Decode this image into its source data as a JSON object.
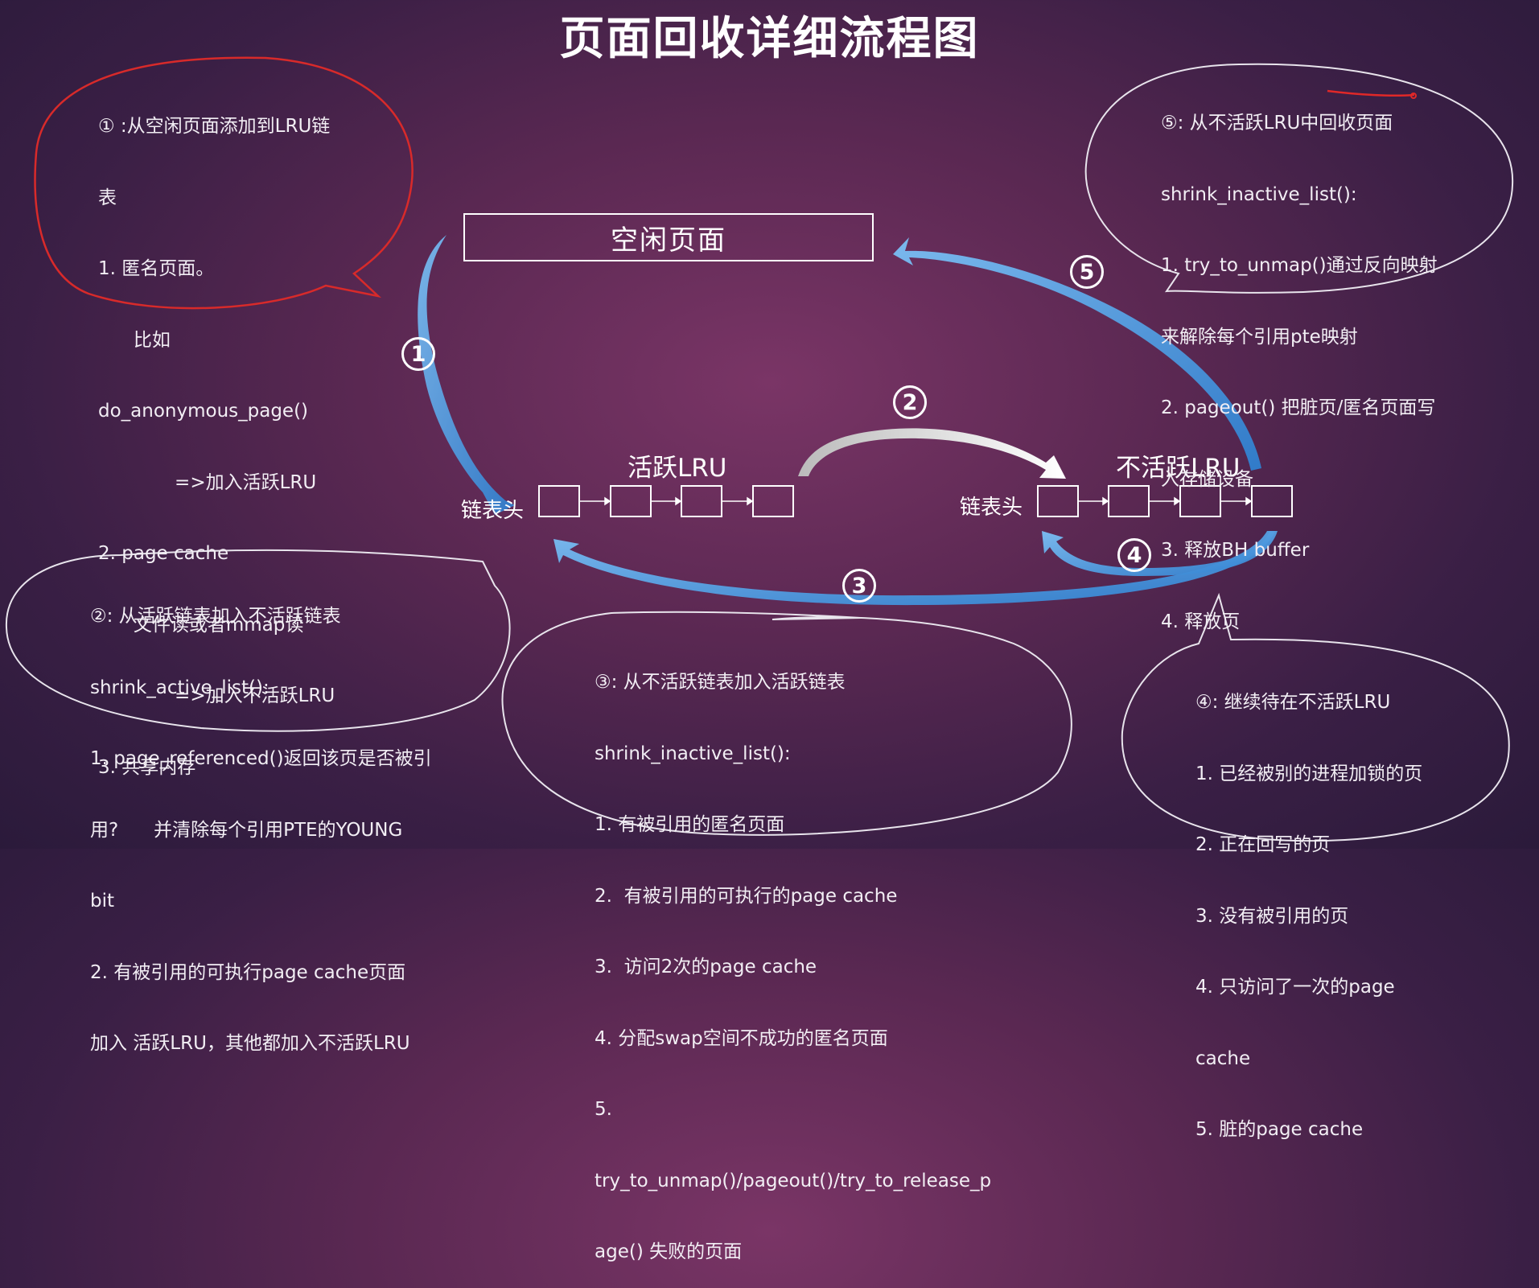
{
  "title": "页面回收详细流程图",
  "free_box": "空闲页面",
  "active_lru": {
    "label": "活跃LRU",
    "head": "链表头"
  },
  "inactive_lru": {
    "label": "不活跃LRU",
    "head": "链表头"
  },
  "step_markers": [
    "1",
    "2",
    "3",
    "4",
    "5"
  ],
  "notes": {
    "step1": [
      "① :从空闲页面添加到LRU链",
      "表",
      "1. 匿名页面。",
      "      比如",
      "do_anonymous_page()",
      "             =>加入活跃LRU",
      "2. page cache",
      "      文件读或者mmap读",
      "             =>加入不活跃LRU",
      "3. 共享内存"
    ],
    "step2": [
      "②: 从活跃链表加入不活跃链表",
      "shrink_active_list():",
      "1. page_referenced()返回该页是否被引",
      "用?      并清除每个引用PTE的YOUNG",
      "bit",
      "2. 有被引用的可执行page cache页面",
      "加入 活跃LRU，其他都加入不活跃LRU"
    ],
    "step3": [
      "③: 从不活跃链表加入活跃链表",
      "shrink_inactive_list():",
      "1. 有被引用的匿名页面",
      "2.  有被引用的可执行的page cache",
      "3.  访问2次的page cache",
      "4. 分配swap空间不成功的匿名页面",
      "5.",
      "try_to_unmap()/pageout()/try_to_release_p",
      "age() 失败的页面"
    ],
    "step4": [
      "④: 继续待在不活跃LRU",
      "1. 已经被别的进程加锁的页",
      "2. 正在回写的页",
      "3. 没有被引用的页",
      "4. 只访问了一次的page",
      "cache",
      "5. 脏的page cache"
    ],
    "step5": [
      "⑤: 从不活跃LRU中回收页面",
      "shrink_inactive_list():",
      "1. try_to_unmap()通过反向映射",
      "来解除每个引用pte映射",
      "2. pageout() 把脏页/匿名页面写",
      "入存储设备",
      "3. 释放BH buffer",
      "4. 释放页"
    ]
  },
  "colors": {
    "arrow_blue": "#4a9ee0",
    "highlight_red": "#e02828",
    "bubble_outline": "#e8e4ec"
  }
}
